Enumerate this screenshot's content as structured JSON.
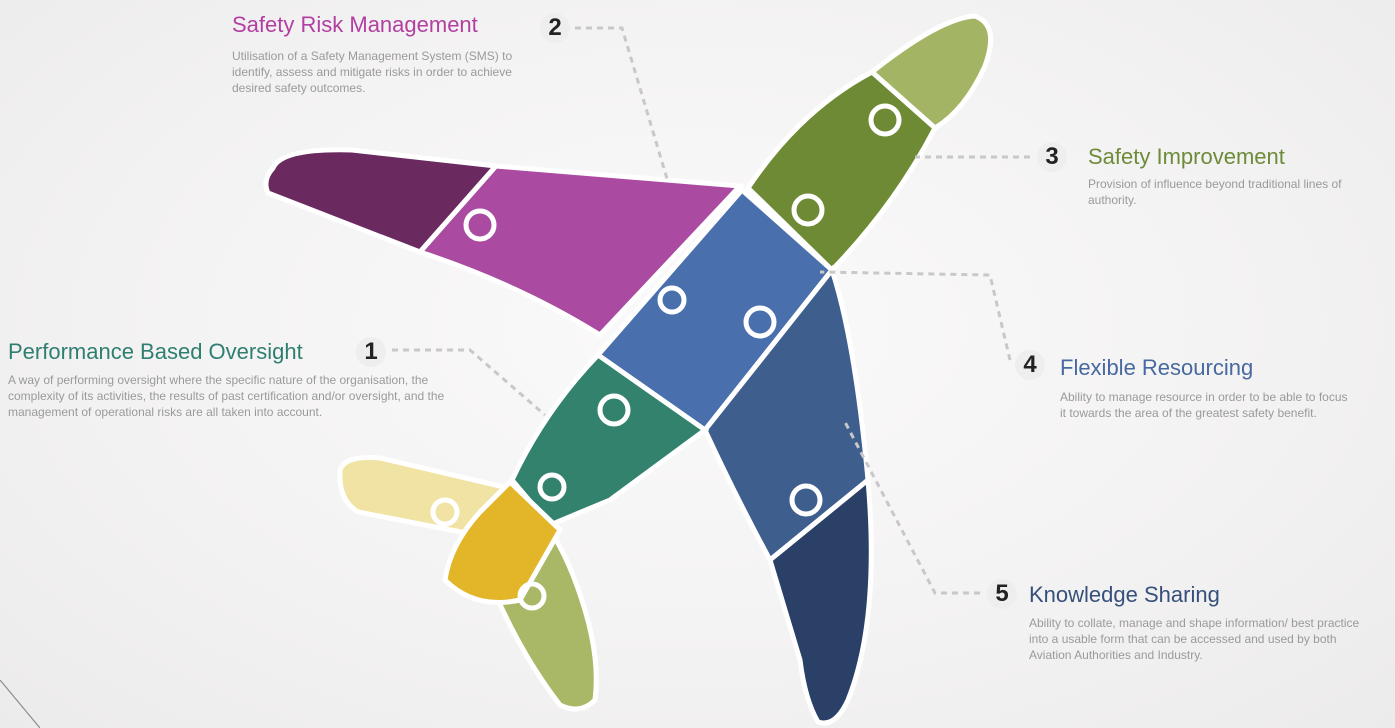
{
  "colors": {
    "purple_dark": "#6a2a5f",
    "purple": "#ab4aa1",
    "green_olive_light": "#a3b564",
    "green_olive": "#6e8a35",
    "blue": "#4a6fad",
    "blue_slate": "#3e5e8d",
    "navy": "#2a4066",
    "teal": "#33826e",
    "yellow": "#e3b528",
    "yellow_light": "#f1e3a4",
    "green_light": "#a8b867",
    "title_purple": "#b33ea2",
    "title_green": "#6d8b39",
    "title_blue": "#4769a0",
    "title_teal": "#2f7f71",
    "title_navy": "#36507a"
  },
  "items": [
    {
      "number": "1",
      "title": "Performance Based Oversight",
      "description": "A way of performing oversight where the specific nature of the organisation, the complexity of its activities, the results of past certification and/or oversight, and the management of operational risks are all taken into account."
    },
    {
      "number": "2",
      "title": "Safety Risk Management",
      "description": "Utilisation of a Safety Management System (SMS) to identify, assess and mitigate risks in order to achieve desired safety outcomes."
    },
    {
      "number": "3",
      "title": "Safety Improvement",
      "description": "Provision of influence beyond traditional lines of authority."
    },
    {
      "number": "4",
      "title": "Flexible Resourcing",
      "description": "Ability to manage resource in order to be able to focus it towards the area of the greatest safety benefit."
    },
    {
      "number": "5",
      "title": "Knowledge Sharing",
      "description": "Ability to collate, manage and shape information/ best practice into a usable form that can be accessed and used by both Aviation Authorities and Industry."
    }
  ]
}
